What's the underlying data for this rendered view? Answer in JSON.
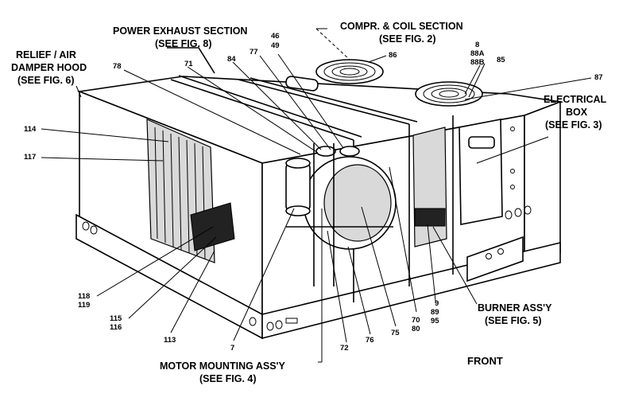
{
  "labels": {
    "power_exhaust_1": "POWER EXHAUST SECTION",
    "power_exhaust_2": "(SEE FIG. 8)",
    "compr_coil_1": "COMPR. & COIL SECTION",
    "compr_coil_2": "(SEE FIG. 2)",
    "relief_1": "RELIEF / AIR",
    "relief_2": "DAMPER HOOD",
    "relief_3": "(SEE FIG. 6)",
    "electrical_1": "ELECTRICAL",
    "electrical_2": "BOX",
    "electrical_3": "(SEE FIG. 3)",
    "burner_1": "BURNER ASS'Y",
    "burner_2": "(SEE FIG. 5)",
    "motor_1": "MOTOR MOUNTING ASS'Y",
    "motor_2": "(SEE FIG. 4)",
    "front": "FRONT"
  },
  "callouts": {
    "n78": "78",
    "n71": "71",
    "n84": "84",
    "n77": "77",
    "n46": "46",
    "n49": "49",
    "n86": "86",
    "n8": "8",
    "n88A": "88A",
    "n88B": "88B",
    "n85": "85",
    "n87": "87",
    "n114": "114",
    "n117": "117",
    "n118": "118",
    "n119": "119",
    "n115": "115",
    "n116": "116",
    "n113": "113",
    "n7": "7",
    "n72": "72",
    "n76": "76",
    "n75": "75",
    "n70": "70",
    "n80": "80",
    "n9": "9",
    "n89": "89",
    "n95": "95"
  }
}
